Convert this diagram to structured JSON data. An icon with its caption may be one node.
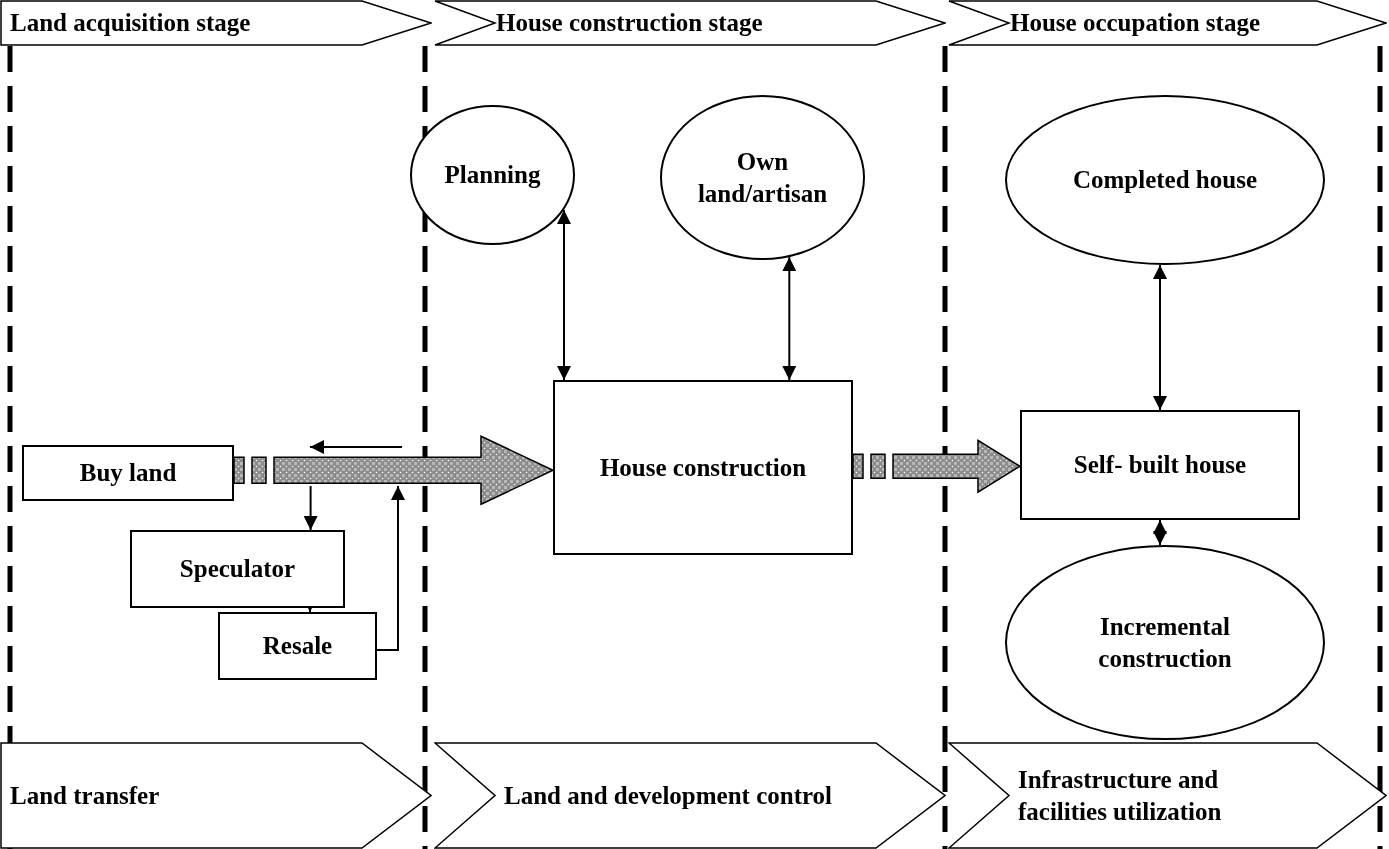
{
  "diagram": {
    "nodes": [
      {
        "text": [
          "Land acquisition stage"
        ]
      },
      {
        "text": [
          "House construction stage"
        ]
      },
      {
        "text": [
          "House occupation stage"
        ]
      },
      {
        "text": [
          "Planning"
        ]
      },
      {
        "text": [
          "Own land/artisan"
        ]
      },
      {
        "text": [
          "Completed house"
        ]
      },
      {
        "text": [
          "Buy land"
        ]
      },
      {
        "text": [
          "House construction"
        ]
      },
      {
        "text": [
          "Self- built house"
        ]
      },
      {
        "text": [
          "Speculator"
        ]
      },
      {
        "text": [
          "Resale"
        ]
      },
      {
        "text": [
          "Incremental construction"
        ]
      },
      {
        "text": [
          "Land transfer"
        ]
      },
      {
        "text": [
          "Land and development control"
        ]
      },
      {
        "text": [
          "Infrastructure and facilities utilization"
        ]
      }
    ],
    "edges": [
      {
        "from": 6,
        "to": 7,
        "arrow": "to",
        "style": "thick"
      },
      {
        "from": 7,
        "to": 8,
        "arrow": "to",
        "style": "thick"
      },
      {
        "from": 3,
        "to": 7,
        "arrow": "both"
      },
      {
        "from": 4,
        "to": 7,
        "arrow": "both"
      },
      {
        "from": 5,
        "to": 8,
        "arrow": "both"
      },
      {
        "from": 8,
        "to": 11,
        "arrow": "both"
      },
      {
        "from": null,
        "to": 9,
        "arrow": "to"
      },
      {
        "from": 9,
        "to": 10,
        "arrow": "to"
      },
      {
        "from": 10,
        "to": null,
        "arrow": "to"
      }
    ]
  }
}
